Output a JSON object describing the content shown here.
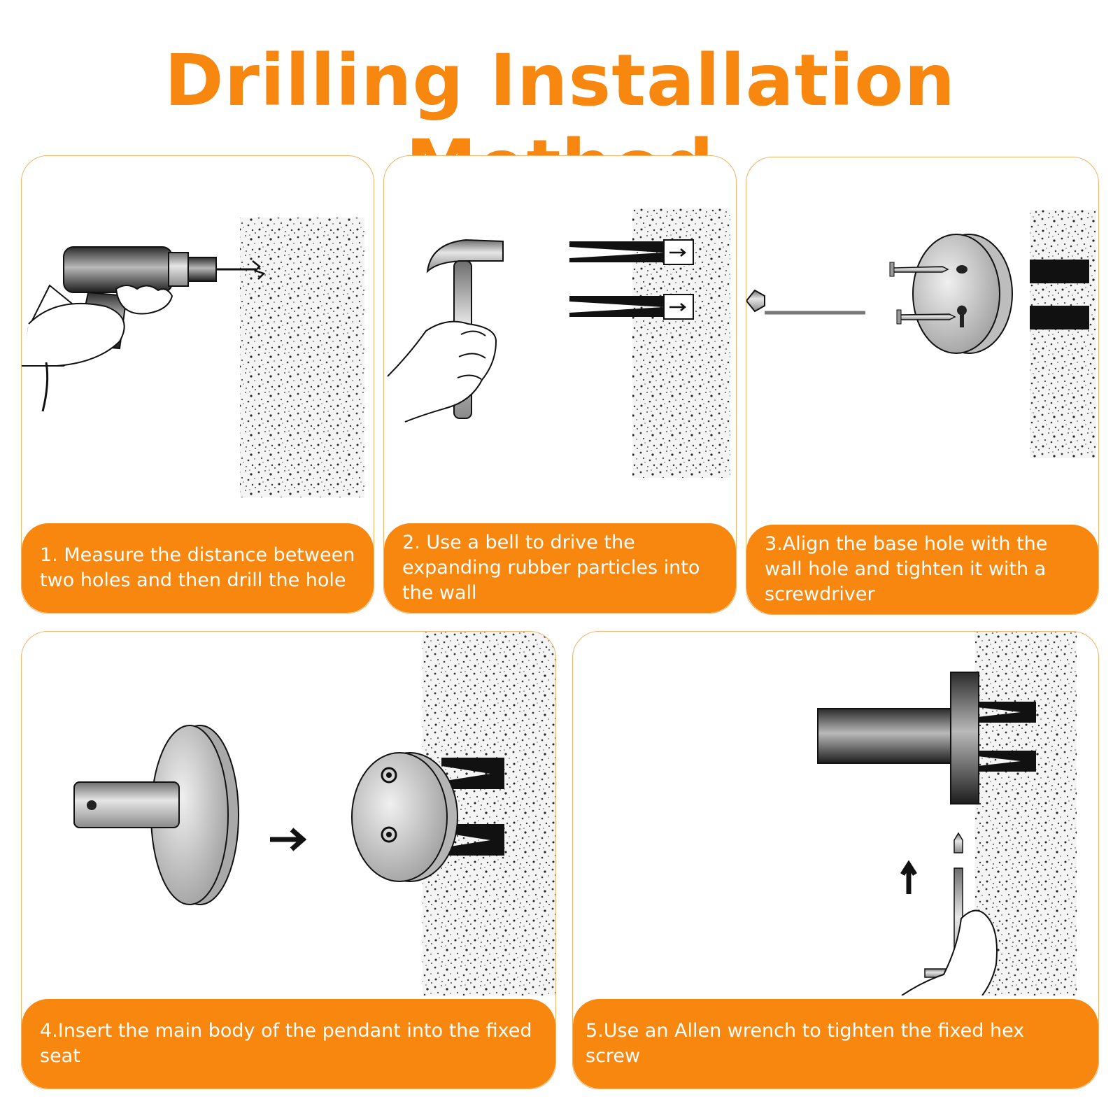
{
  "title": "Drilling Installation Method",
  "colors": {
    "accent": "#f7870e",
    "border": "#f0b36a",
    "caption_text": "#ffffff"
  },
  "steps": [
    {
      "caption": "1. Measure the distance between two holes and then drill the hole",
      "icon": "electric-drill-icon"
    },
    {
      "caption": "2. Use a bell to drive the expanding rubber particles into the wall",
      "icon": "hammer-icon"
    },
    {
      "caption": "3.Align the base hole with the wall hole and tighten it with a screwdriver",
      "icon": "screwdriver-icon"
    },
    {
      "caption": "4.Insert the main body of the pendant into the fixed seat",
      "icon": "pendant-icon"
    },
    {
      "caption": "5.Use an Allen wrench to tighten the fixed hex screw",
      "icon": "allen-wrench-icon"
    }
  ]
}
